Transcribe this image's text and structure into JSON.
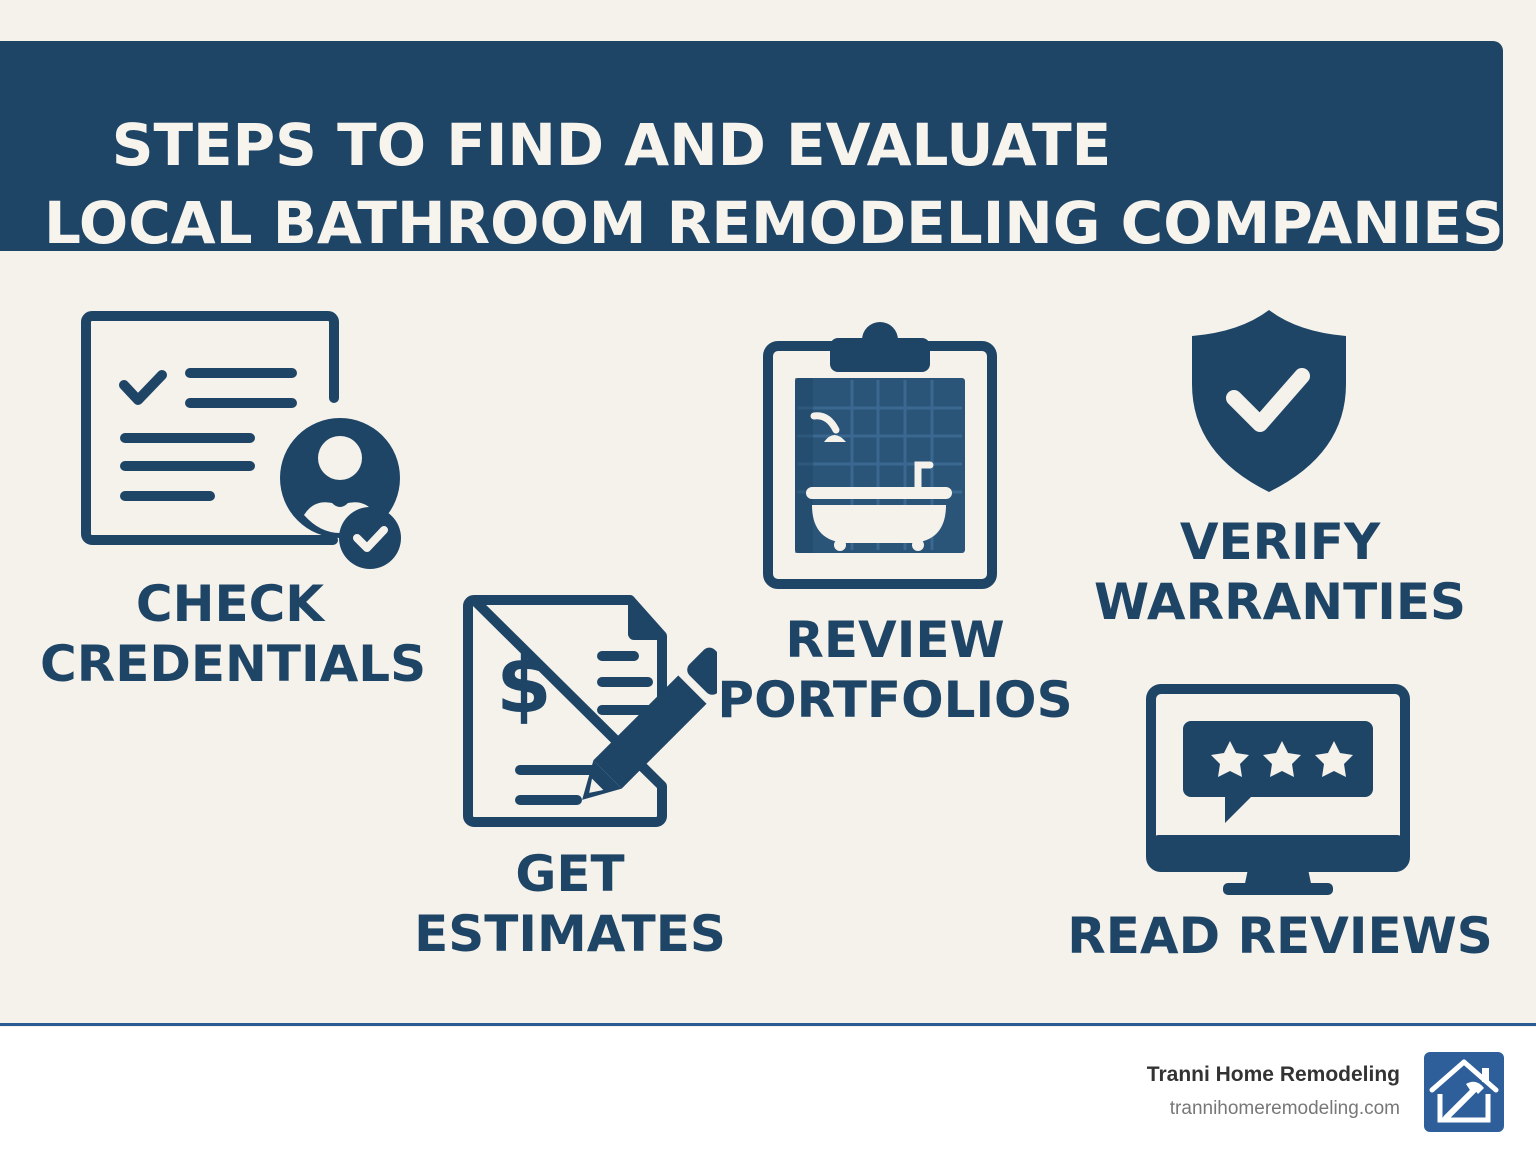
{
  "header": {
    "title_line1": "STEPS TO FIND AND EVALUATE",
    "title_line2": "LOCAL BATHROOM REMODELING COMPANIES"
  },
  "steps": [
    {
      "icon": "credentials-document-icon",
      "line1": "CHECK",
      "line2": "CREDENTIALS"
    },
    {
      "icon": "estimate-document-pencil-icon",
      "line1": "GET",
      "line2": "ESTIMATES"
    },
    {
      "icon": "clipboard-bathtub-icon",
      "line1": "REVIEW",
      "line2": "PORTFOLIOS"
    },
    {
      "icon": "shield-check-icon",
      "line1": "VERIFY",
      "line2": "WARRANTIES"
    },
    {
      "icon": "monitor-star-rating-icon",
      "line1": "READ REVIEWS"
    }
  ],
  "footer": {
    "brand_name": "Tranni Home Remodeling",
    "brand_url": "trannihomeremodeling.com",
    "logo_icon": "house-hammer-icon"
  },
  "colors": {
    "primary": "#1f4566",
    "background": "#f5f2ec",
    "accent_line": "#2a5a94",
    "logo_bg": "#2f5f9a"
  }
}
